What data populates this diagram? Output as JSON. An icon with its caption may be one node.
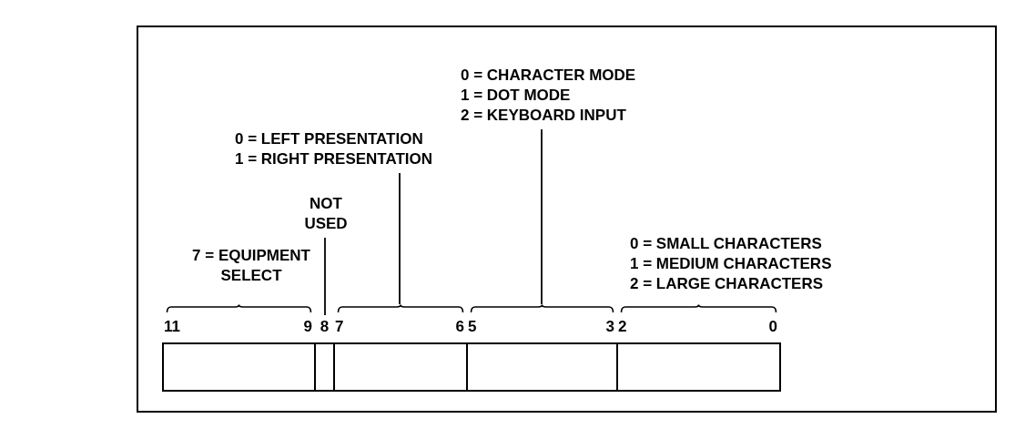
{
  "diagram": {
    "nodes": [
      {
        "text": [
          "7 = EQUIPMENT SELECT"
        ]
      },
      {
        "text": [
          "NOT USED"
        ]
      },
      {
        "text": [
          "0 = LEFT PRESENTATION",
          "1 = RIGHT PRESENTATION"
        ]
      },
      {
        "text": [
          "0 = CHARACTER MODE",
          "1 = DOT MODE",
          "2 = KEYBOARD INPUT"
        ]
      },
      {
        "text": [
          "0 = SMALL CHARACTERS",
          "1 = MEDIUM CHARACTERS",
          "2 = LARGE CHARACTERS"
        ]
      },
      {
        "text": [],
        "shape": "box",
        "beside": [
          "11",
          "9"
        ]
      },
      {
        "text": [],
        "shape": "box",
        "beside": [
          "8"
        ]
      },
      {
        "text": [],
        "shape": "box",
        "beside": [
          "7",
          "6"
        ]
      },
      {
        "text": [],
        "shape": "box",
        "beside": [
          "5",
          "3"
        ]
      },
      {
        "text": [],
        "shape": "box",
        "beside": [
          "2",
          "0"
        ]
      }
    ],
    "edges": [
      {
        "from": 1,
        "to": 6,
        "arrow": "none"
      },
      {
        "from": 2,
        "to": 7,
        "arrow": "none"
      },
      {
        "from": 3,
        "to": 8,
        "arrow": "none"
      }
    ]
  }
}
